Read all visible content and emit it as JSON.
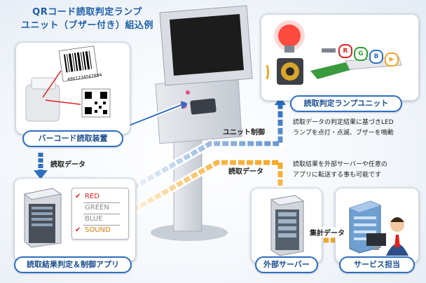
{
  "title": {
    "line1": "QRコード読取判定ランプ",
    "line2": "ユニット（ブザー付き）組込例"
  },
  "boxes": {
    "barcode_reader": "バーコード読取装置",
    "judge_app": "読取結果判定＆制御アプリ",
    "lamp_unit": "読取判定ランプユニット",
    "external_server": "外部サーバー",
    "service_staff": "サービス担当"
  },
  "labels": {
    "read_data_left": "読取データ",
    "unit_control": "ユニット制御",
    "read_data_right": "読取データ",
    "aggregate_data": "集計データ"
  },
  "descriptions": {
    "lamp_line1": "読取データの判定結果に基づきLED",
    "lamp_line2": "ランプを点灯・点滅、ブザーを鳴動",
    "server_line1": "読取結果を外部サーバーや任意の",
    "server_line2": "アプリに転送する事も可能です"
  },
  "checklist": {
    "red": "RED",
    "green": "GREEN",
    "blue": "BLUE",
    "sound": "SOUND"
  },
  "lamp_buttons": {
    "r": "R",
    "g": "G",
    "b": "B"
  },
  "barcode_digits": "4901234567894",
  "colors": {
    "accent_blue": "#2d6fc0",
    "arrow_orange": "#f5a623",
    "check_red": "#e02020"
  }
}
